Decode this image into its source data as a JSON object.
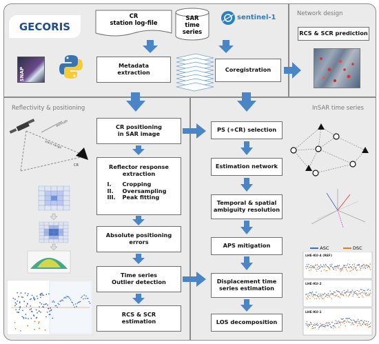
{
  "title": "GECORIS",
  "sections": {
    "network_design": "Network design",
    "reflectivity": "Reflectivity & positioning",
    "insar": "InSAR time series"
  },
  "inputs": {
    "log_file_line1": "CR",
    "log_file_line2": "station log-file",
    "sar_line1": "SAR",
    "sar_line2": "time series",
    "sentinel": "sentinel-1",
    "snap": "SNAP"
  },
  "top_boxes": {
    "metadata_line1": "Metadata",
    "metadata_line2": "extraction",
    "coregistration": "Coregistration",
    "rcs_prediction": "RCS & SCR prediction"
  },
  "left_steps": {
    "cr_pos_line1": "CR positioning",
    "cr_pos_line2": "in SAR image",
    "reflector_line1": "Reflector response",
    "reflector_line2": "extraction",
    "substeps": [
      {
        "num": "I.",
        "label": "Cropping"
      },
      {
        "num": "II.",
        "label": "Oversampling"
      },
      {
        "num": "III.",
        "label": "Peak fitting"
      }
    ],
    "abs_line1": "Absolute positioning",
    "abs_line2": "errors",
    "ts_line1": "Time series",
    "ts_line2": "Outlier detection",
    "rcs_line1": "RCS & SCR",
    "rcs_line2": "estimation"
  },
  "right_steps": {
    "ps_selection": "PS (+CR) selection",
    "estimation_network": "Estimation network",
    "ambiguity_line1": "Temporal & spatial",
    "ambiguity_line2": "ambiguity resolution",
    "aps": "APS mitigation",
    "disp_line1": "Displacement time",
    "disp_line2": "series estimation",
    "los": "LOS decomposition"
  },
  "legend": {
    "asc": "ASC",
    "dsc": "DSC"
  },
  "ts_labels": [
    "LHE-KU-4 (REF)",
    "LHE-KU-2",
    "LHE-KU-1"
  ],
  "geometry_labels": {
    "cr": "CR",
    "slant": "slant range",
    "azimuth": "azimuth"
  },
  "colors": {
    "arrow": "#4a86c5",
    "asc": "#3a6fc4",
    "dsc": "#e07c28",
    "panel": "#ebebeb"
  }
}
